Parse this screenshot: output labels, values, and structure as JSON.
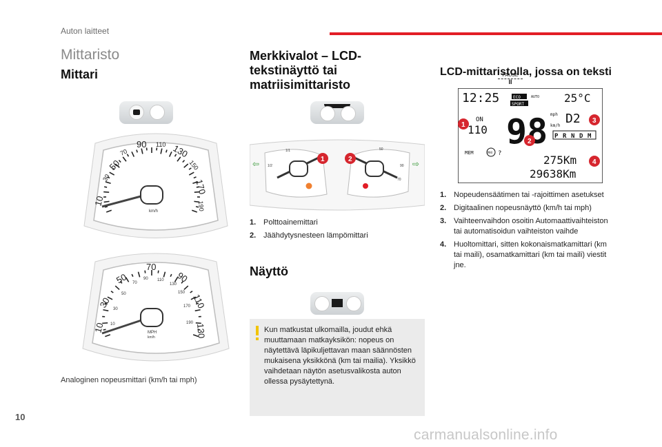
{
  "header": {
    "section_label": "Auton laitteet",
    "page_number": "10"
  },
  "col1": {
    "section_title": "Mittaristo",
    "heading": "Mittari",
    "caption": "Analoginen nopeusmittari (km/h tai mph)",
    "dial_top": {
      "ticks": [
        "10",
        "30",
        "50",
        "70",
        "90",
        "110",
        "130",
        "150",
        "170",
        "190"
      ],
      "unit": "km/h"
    },
    "dial_bottom": {
      "outer": [
        "10",
        "30",
        "50",
        "70",
        "90",
        "110",
        "130"
      ],
      "inner": [
        "10",
        "30",
        "50",
        "70",
        "90",
        "110",
        "130",
        "150",
        "170",
        "190"
      ],
      "unit_top": "MPH",
      "unit_bottom": "km/h"
    }
  },
  "col2": {
    "heading_lines": [
      "Merkkivalot – LCD-",
      "tekstinäyttö tai",
      "matriisimittaristo"
    ],
    "gauge": {
      "left_scale": [
        "1/2",
        "1/1"
      ],
      "right_scale": [
        "50",
        "90",
        "70"
      ],
      "callouts": [
        "1",
        "2"
      ]
    },
    "items": [
      {
        "num": "1.",
        "text": "Polttoainemittari"
      },
      {
        "num": "2.",
        "text": "Jäähdytysnesteen lämpömittari"
      }
    ],
    "heading2": "Näyttö",
    "note": "Kun matkustat ulkomailla, joudut ehkä muuttamaan matkayksikön: nopeus on näytettävä läpikuljettavan maan säännösten mukaisena yksikkönä (km tai mailia). Yksikkö vaihdetaan näytön asetusvalikosta auton ollessa pysäytettynä."
  },
  "col3": {
    "heading": "LCD-mittaristolla, jossa on teksti",
    "lcd": {
      "pause": "PAUSE",
      "pause_sym": "II",
      "time": "12:25",
      "eco": "ECO",
      "sport": "SPORT",
      "auto": "AUTO",
      "temp": "25°C",
      "on": "ON",
      "limit": "110",
      "speed": "98",
      "mph": "mph",
      "kmh": "km/h",
      "gear": "D2",
      "prnd": [
        "P",
        "R",
        "N",
        "D",
        "M"
      ],
      "mem": "MEM",
      "max": "MAX",
      "q": "?",
      "trip": "275Km",
      "odo": "29638Km",
      "callouts": [
        "1",
        "2",
        "3",
        "4"
      ]
    },
    "items": [
      {
        "num": "1.",
        "text": "Nopeudensäätimen tai -rajoittimen asetukset"
      },
      {
        "num": "2.",
        "text": "Digitaalinen nopeusnäyttö (km/h tai mph)"
      },
      {
        "num": "3.",
        "text": "Vaihteenvaihdon osoitin Automaattivaihteiston tai automatisoidun vaihteiston vaihde"
      },
      {
        "num": "4.",
        "text": "Huoltomittari, sitten kokonaismatkamittari (km tai maili), osamatkamittari (km tai maili) viestit jne."
      }
    ]
  },
  "watermark": "carmanualsonline.info",
  "colors": {
    "accent": "#e21d26",
    "note_marker": "#f2c400",
    "callout": "#d6262e"
  }
}
